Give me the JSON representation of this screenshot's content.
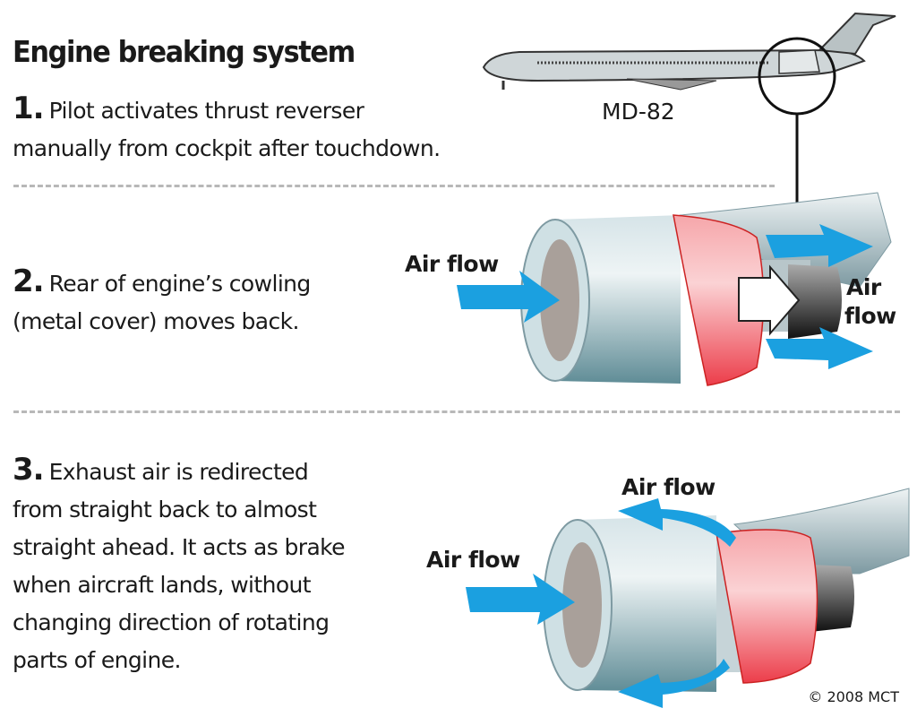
{
  "title": "Engine breaking system",
  "aircraft_label": "MD-82",
  "steps": [
    {
      "number": "1.",
      "lines": [
        "Pilot activates thrust reverser",
        "manually from cockpit after touchdown."
      ]
    },
    {
      "number": "2.",
      "lines": [
        "Rear of engine’s cowling",
        "(metal cover) moves back."
      ]
    },
    {
      "number": "3.",
      "lines": [
        "Exhaust air is redirected",
        "from straight back to almost",
        "straight ahead. It acts as brake",
        "when aircraft lands, without",
        "changing direction of rotating",
        "parts of engine."
      ]
    }
  ],
  "labels": {
    "airflow_intake_2": "Air flow",
    "airflow_exhaust_2_line1": "Air",
    "airflow_exhaust_2_line2": "flow",
    "airflow_intake_3": "Air flow",
    "airflow_reverse_3": "Air flow"
  },
  "credit": "© 2008 MCT",
  "colors": {
    "arrow": "#1ba0e0",
    "cowling": "#f0606a",
    "nacelle": "#9fbcc4"
  }
}
